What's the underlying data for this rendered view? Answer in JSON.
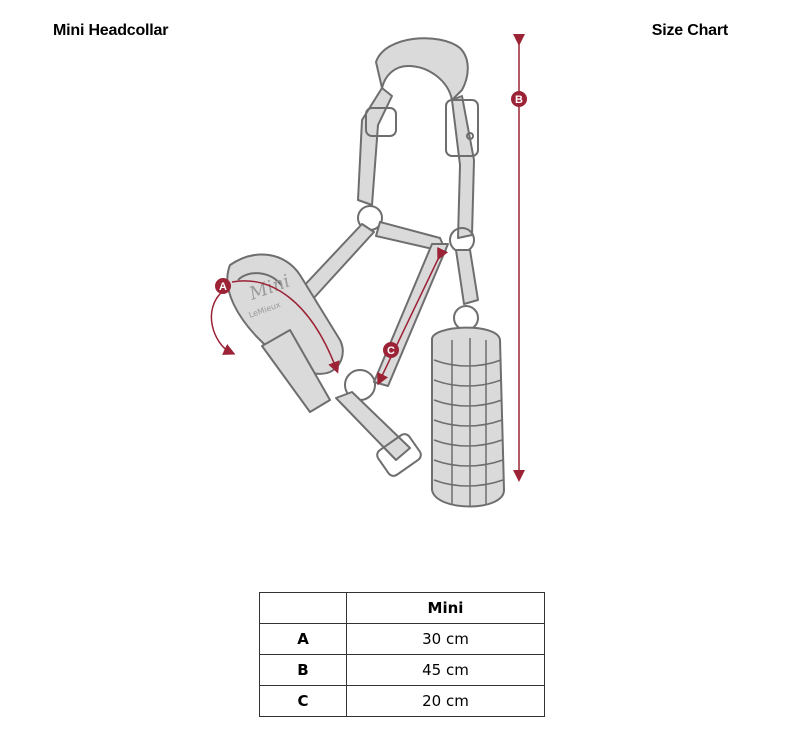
{
  "header": {
    "product_name": "Mini Headcollar",
    "chart_title": "Size Chart"
  },
  "illustration": {
    "logo_text": "Mini",
    "brand_text": "LeMieux",
    "markers": [
      "A",
      "B",
      "C"
    ],
    "accent_color": "#9b2335",
    "line_color": "#6e6e6e",
    "fill_color": "#dadada"
  },
  "size_table": {
    "headers": [
      "",
      "Mini"
    ],
    "rows": [
      {
        "label": "A",
        "value": "30 cm"
      },
      {
        "label": "B",
        "value": "45 cm"
      },
      {
        "label": "C",
        "value": "20 cm"
      }
    ]
  }
}
